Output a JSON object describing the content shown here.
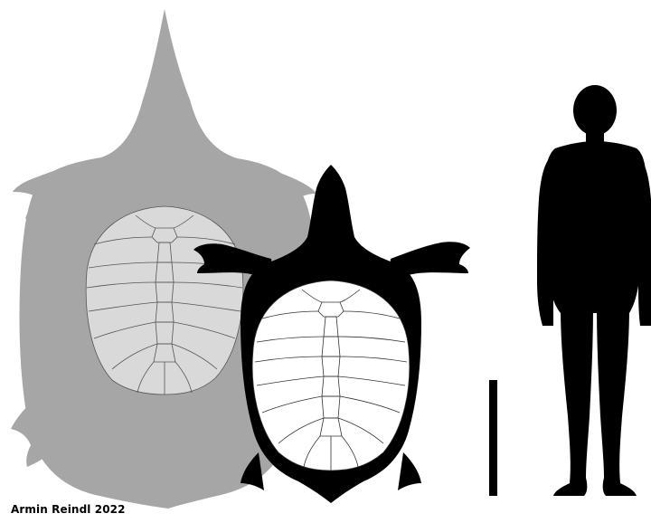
{
  "credit": "Armin Reindl 2022",
  "colors": {
    "background": "#ffffff",
    "large_turtle_body": "#a6a6a6",
    "large_turtle_shell": "#d9d9d9",
    "small_turtle_body": "#000000",
    "small_turtle_shell": "#ffffff",
    "human": "#000000",
    "scale_bar": "#000000",
    "outline": "#3a3a3a"
  },
  "figures": [
    {
      "id": "large-turtle",
      "icon": "softshell-turtle-silhouette"
    },
    {
      "id": "small-turtle",
      "icon": "softshell-turtle-silhouette"
    },
    {
      "id": "scale-bar",
      "icon": "scale-bar"
    },
    {
      "id": "human",
      "icon": "human-silhouette"
    }
  ]
}
